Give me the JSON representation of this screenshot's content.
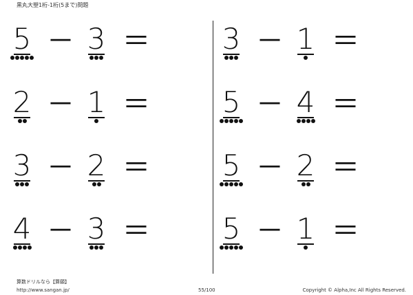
{
  "header": {
    "title": "黒丸大塑1桁-1桁(5まで)問題"
  },
  "problems": [
    {
      "a": "5",
      "a_dots": 5,
      "op": "－",
      "b": "3",
      "b_dots": 3,
      "eq": "＝"
    },
    {
      "a": "3",
      "a_dots": 3,
      "op": "－",
      "b": "1",
      "b_dots": 1,
      "eq": "＝"
    },
    {
      "a": "2",
      "a_dots": 2,
      "op": "－",
      "b": "1",
      "b_dots": 1,
      "eq": "＝"
    },
    {
      "a": "5",
      "a_dots": 5,
      "op": "－",
      "b": "4",
      "b_dots": 4,
      "eq": "＝"
    },
    {
      "a": "3",
      "a_dots": 3,
      "op": "－",
      "b": "2",
      "b_dots": 2,
      "eq": "＝"
    },
    {
      "a": "5",
      "a_dots": 5,
      "op": "－",
      "b": "2",
      "b_dots": 2,
      "eq": "＝"
    },
    {
      "a": "4",
      "a_dots": 4,
      "op": "－",
      "b": "3",
      "b_dots": 3,
      "eq": "＝"
    },
    {
      "a": "5",
      "a_dots": 5,
      "op": "－",
      "b": "1",
      "b_dots": 1,
      "eq": "＝"
    }
  ],
  "footer": {
    "brand": "算数ドリルなら【算願】",
    "url": "http://www.sangan.jp/",
    "page": "55/100",
    "copyright": "Copyright © Alpha,Inc All Rights Reserved."
  }
}
